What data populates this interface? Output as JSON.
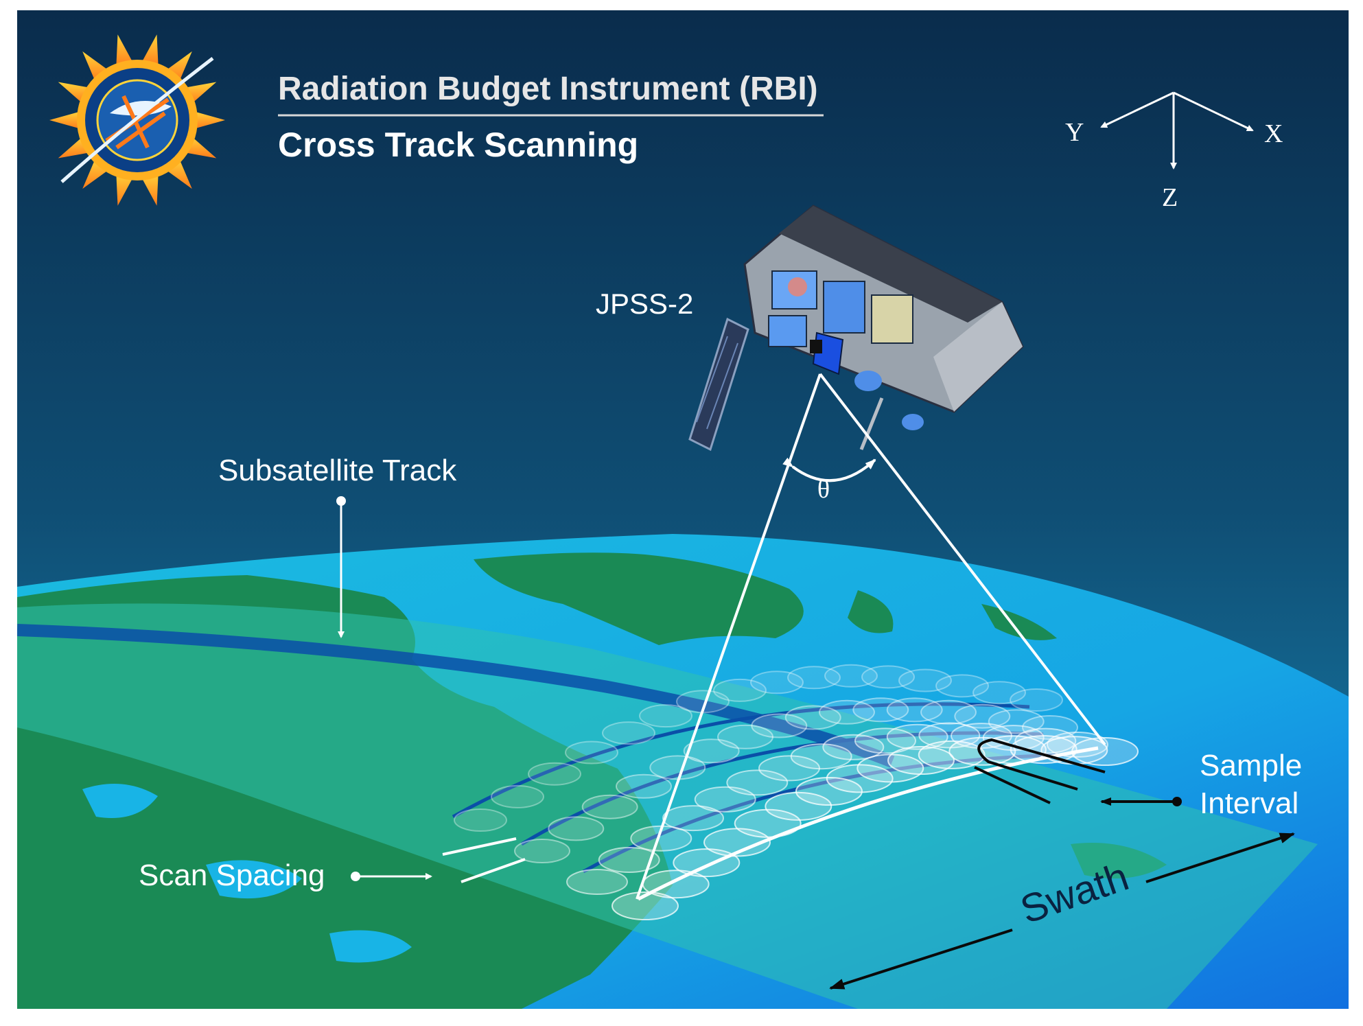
{
  "title": {
    "main": "Radiation Budget Instrument (RBI)",
    "sub": "Cross Track Scanning"
  },
  "axes": {
    "x": "X",
    "y": "Y",
    "z": "Z"
  },
  "labels": {
    "satellite": "JPSS-2",
    "angle": "θ",
    "subsatellite_track": "Subsatellite Track",
    "scan_spacing": "Scan Spacing",
    "sample_interval_line1": "Sample",
    "sample_interval_line2": "Interval",
    "swath": "Swath"
  },
  "logo_icon": "rbi-mission-patch-icon",
  "colors": {
    "sky_top": "#0a2c4c",
    "sky_bottom": "#1a8ab8",
    "ocean": "#18b4e6",
    "land": "#1a8a55",
    "swath_band": "#2fc2b0",
    "track": "#0a4fa8",
    "label_text": "#ffffff",
    "label_dark": "#0a2240"
  }
}
